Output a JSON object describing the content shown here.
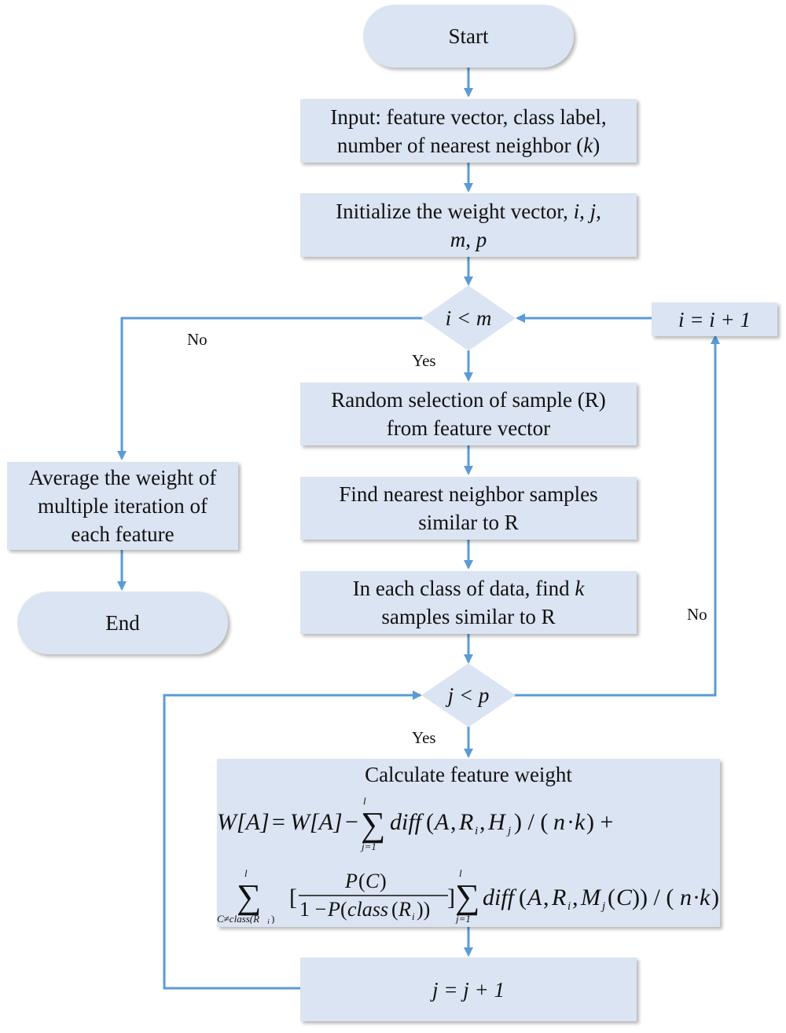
{
  "nodes": {
    "start": "Start",
    "input_line1": "Input: feature vector, class label,",
    "input_line2_text": "number of nearest neighbor (",
    "input_line2_var": "k",
    "input_line2_close": ")",
    "init_line1_text": "Initialize the weight vector, ",
    "init_line1_vars": "i, j,",
    "init_line2_vars": "m, p",
    "cond_i": "i < m",
    "inc_i": "i = i + 1",
    "random_line1": "Random selection of sample (R)",
    "random_line2": "from feature vector",
    "find_line1": "Find nearest neighbor samples",
    "find_line2": "similar to R",
    "each_line1_text": "In each class of data, find ",
    "each_line1_var": "k",
    "each_line2": "samples similar to R",
    "cond_j": "j < p",
    "calc_title": "Calculate feature weight",
    "calc_formula_1": "W[A] = W[A] − Σ_{j=1}^{l} diff(A, R_i, H_j) / (n·k) +",
    "calc_formula_2": "Σ_{C≠class(R_i)}^{l} [P(C) / (1 − P(class(R_i)))] Σ_{j=1}^{l} diff(A, R_i, M_j(C)) / (n·k)",
    "inc_j": "j = j + 1",
    "average_line1": "Average the weight of",
    "average_line2": "multiple iteration of",
    "average_line3": "each feature",
    "end": "End"
  },
  "edge_labels": {
    "no_i": "No",
    "yes_i": "Yes",
    "no_j": "No",
    "yes_j": "Yes"
  },
  "colors": {
    "box_fill": "#dbe4f2",
    "connector": "#5b9bd5"
  }
}
